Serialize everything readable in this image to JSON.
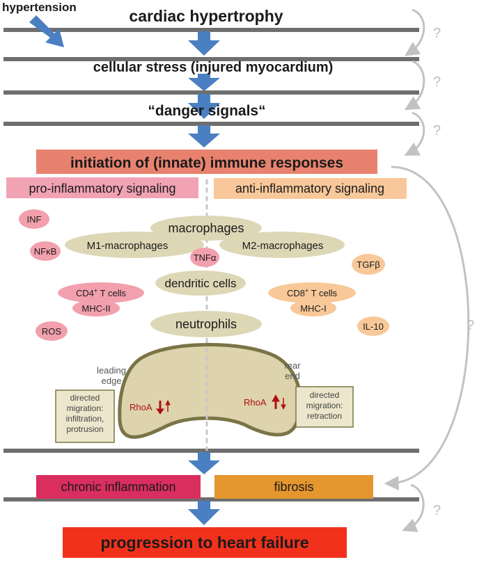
{
  "steps": {
    "hypertension": "hypertension",
    "hypertrophy": "cardiac hypertrophy",
    "stress": "cellular stress (injured myocardium)",
    "danger": "“danger signals“",
    "initiation": "initiation of (innate) immune responses"
  },
  "signaling": {
    "pro": "pro-inflammatory signaling",
    "anti": "anti-inflammatory signaling"
  },
  "cells": {
    "macrophages": "macrophages",
    "m1": "M1-macrophages",
    "m2": "M2-macrophages",
    "dendritic": "dendritic cells",
    "neutrophils": "neutrophils"
  },
  "mediators": {
    "inf": "INF",
    "nfkb": "NFκB",
    "tnfa": "TNFα",
    "tgfb": "TGFβ",
    "cd4_main": "CD4",
    "cd4_sup": "+",
    "cd4_rest": " T cells",
    "mhc2": "MHC-II",
    "cd8_main": "CD8",
    "cd8_sup": "+",
    "cd8_rest": " T cells",
    "mhc1": "MHC-I",
    "ros": "ROS",
    "il10": "IL-10"
  },
  "neutrophil_cell": {
    "leading_1": "leading",
    "leading_2": "edge",
    "rear_1": "rear",
    "rear_2": "end",
    "rhoa_left": "RhoA",
    "rhoa_right": "RhoA",
    "left_box": [
      "directed",
      "migration:",
      "infiltration,",
      "protrusion"
    ],
    "right_box": [
      "directed",
      "migration:",
      "retraction"
    ]
  },
  "outcomes": {
    "chronic": "chronic inflammation",
    "fibrosis": "fibrosis",
    "heart_failure": "progression to heart failure"
  },
  "question_mark": "?",
  "colors": {
    "bar": "#6e6e6e",
    "arrow": "#4a7fc1",
    "initiation_bg": "#e8826f",
    "pro_bg": "#f2a3b3",
    "anti_bg": "#f8c89a",
    "pro_oval": "#f2a0ad",
    "anti_oval": "#f8c899",
    "cell_oval": "#ddd7b6",
    "neutrophil_fill": "#ddd3ad",
    "neutrophil_stroke": "#7a7446",
    "box_bg": "#ece7cc",
    "rhoa": "#b01010",
    "chronic_bg": "#d92e5e",
    "fibrosis_bg": "#e5962f",
    "failure_bg": "#f2311c",
    "gray_arrow": "#c2c2c2"
  }
}
